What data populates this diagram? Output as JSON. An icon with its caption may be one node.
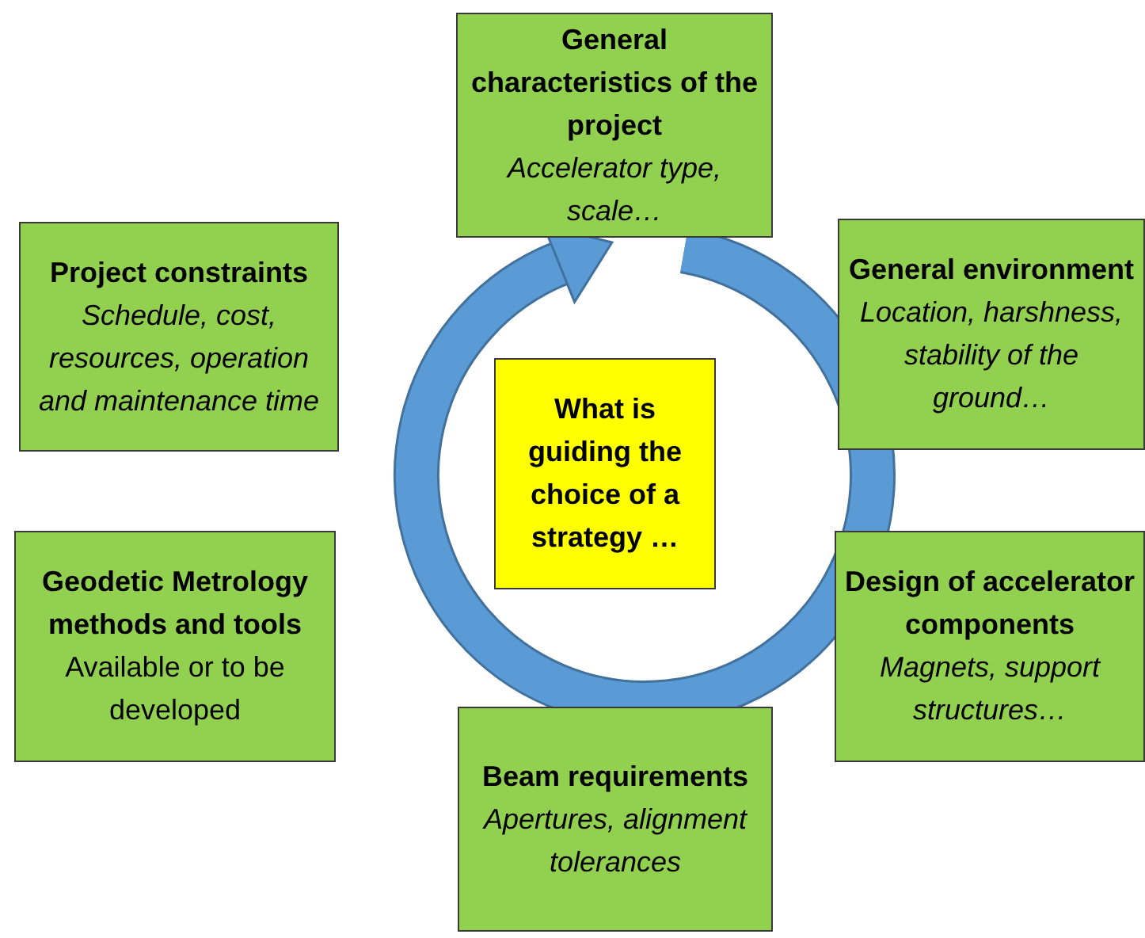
{
  "diagram": {
    "nodes": [
      {
        "text": [
          "General characteristics of the project",
          "Accelerator type, scale…"
        ]
      },
      {
        "text": [
          "Project constraints",
          "Schedule, cost, resources, operation and maintenance time"
        ]
      },
      {
        "text": [
          "General environment",
          "Location, harshness, stability of the ground…"
        ]
      },
      {
        "text": [
          "What is guiding the choice of a strategy …"
        ]
      },
      {
        "text": [
          "Geodetic Metrology methods and tools",
          "Available or to be developed"
        ]
      },
      {
        "text": [
          "Design of accelerator components",
          "Magnets, support structures…"
        ]
      },
      {
        "text": [
          "Beam requirements",
          "Apertures, alignment tolerances"
        ]
      }
    ]
  }
}
